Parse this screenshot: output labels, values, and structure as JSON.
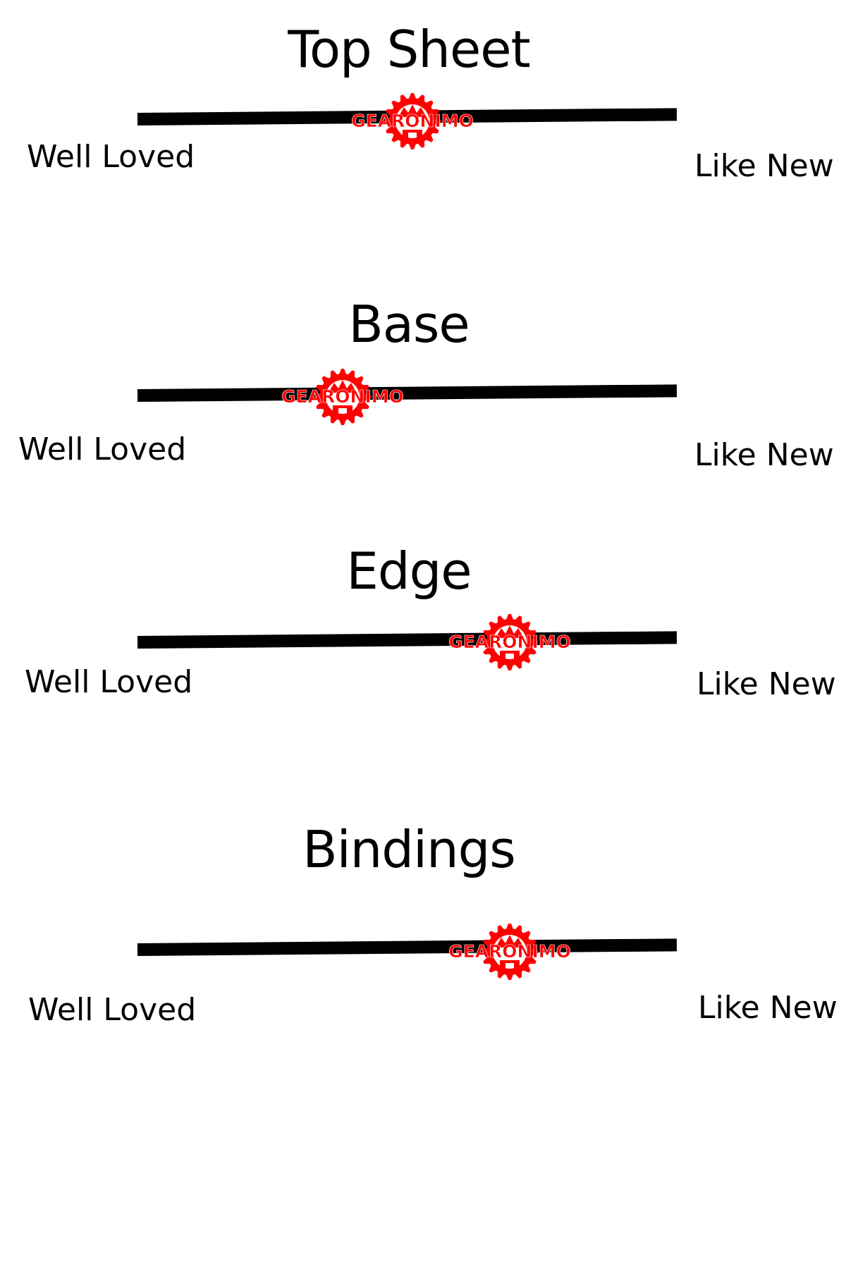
{
  "brand": {
    "logo_text": "GEARONIMO",
    "color": "#ff0000"
  },
  "scale": {
    "left_label": "Well Loved",
    "right_label": "Like New"
  },
  "ratings": [
    {
      "category": "Top Sheet",
      "position": 0.51
    },
    {
      "category": "Base",
      "position": 0.38
    },
    {
      "category": "Edge",
      "position": 0.69
    },
    {
      "category": "Bindings",
      "position": 0.69
    }
  ],
  "colors": {
    "track": "#000000",
    "background": "#ffffff"
  }
}
